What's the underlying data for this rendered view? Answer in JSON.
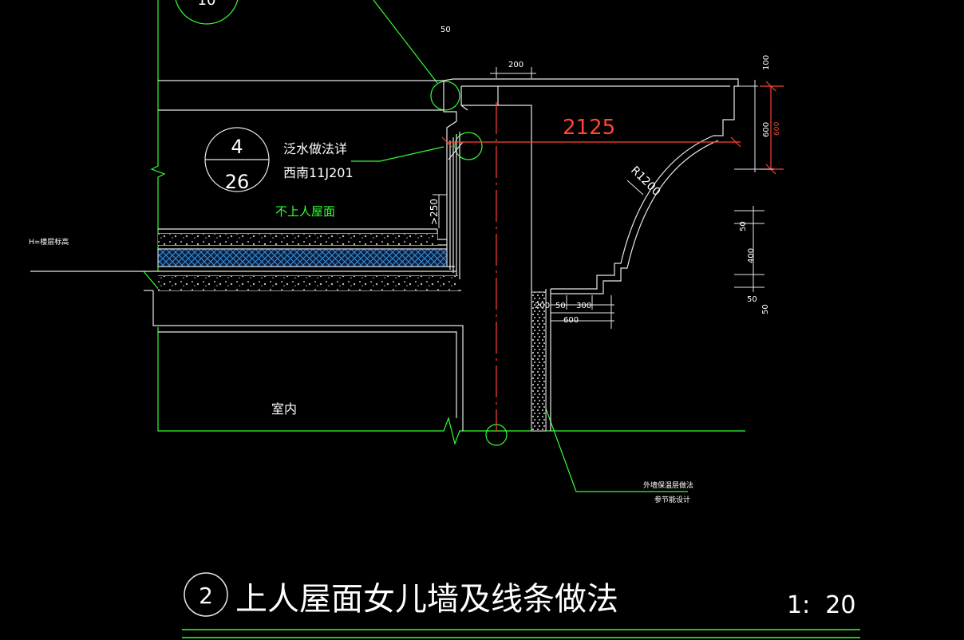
{
  "callouts": {
    "detail_top_partial": "10",
    "detail_number": "4",
    "sheet_number": "26",
    "flashing_note_line1": "泛水做法详",
    "flashing_note_line2": "西南11J201"
  },
  "labels": {
    "roof_type": "不上人屋面",
    "height_note": "H=楼层标高",
    "indoor": "室内",
    "insulation_note_line1": "外墙保温层做法",
    "insulation_note_line2": "参节能设计"
  },
  "dimensions": {
    "top_50": "50",
    "top_200": "200",
    "span_2125": "2125",
    "right_100": "100",
    "right_600_white": "600",
    "right_600_red": "600",
    "radius": "R1200",
    "flash_250": ">250",
    "stack_50a": "50",
    "stack_400": "400",
    "stack_50b": "50",
    "stack_50c": "50",
    "bottom_200": "200",
    "bottom_50": "50",
    "bottom_300": "300",
    "bottom_600": "600"
  },
  "title": {
    "number": "2",
    "text": "上人屋面女儿墙及线条做法",
    "scale": "1:  20"
  },
  "colors": {
    "background": "#000000",
    "outline": "#ffffff",
    "leader": "#33ff33",
    "dimension": "#ff4433",
    "hatch": "#3a8fd6"
  }
}
